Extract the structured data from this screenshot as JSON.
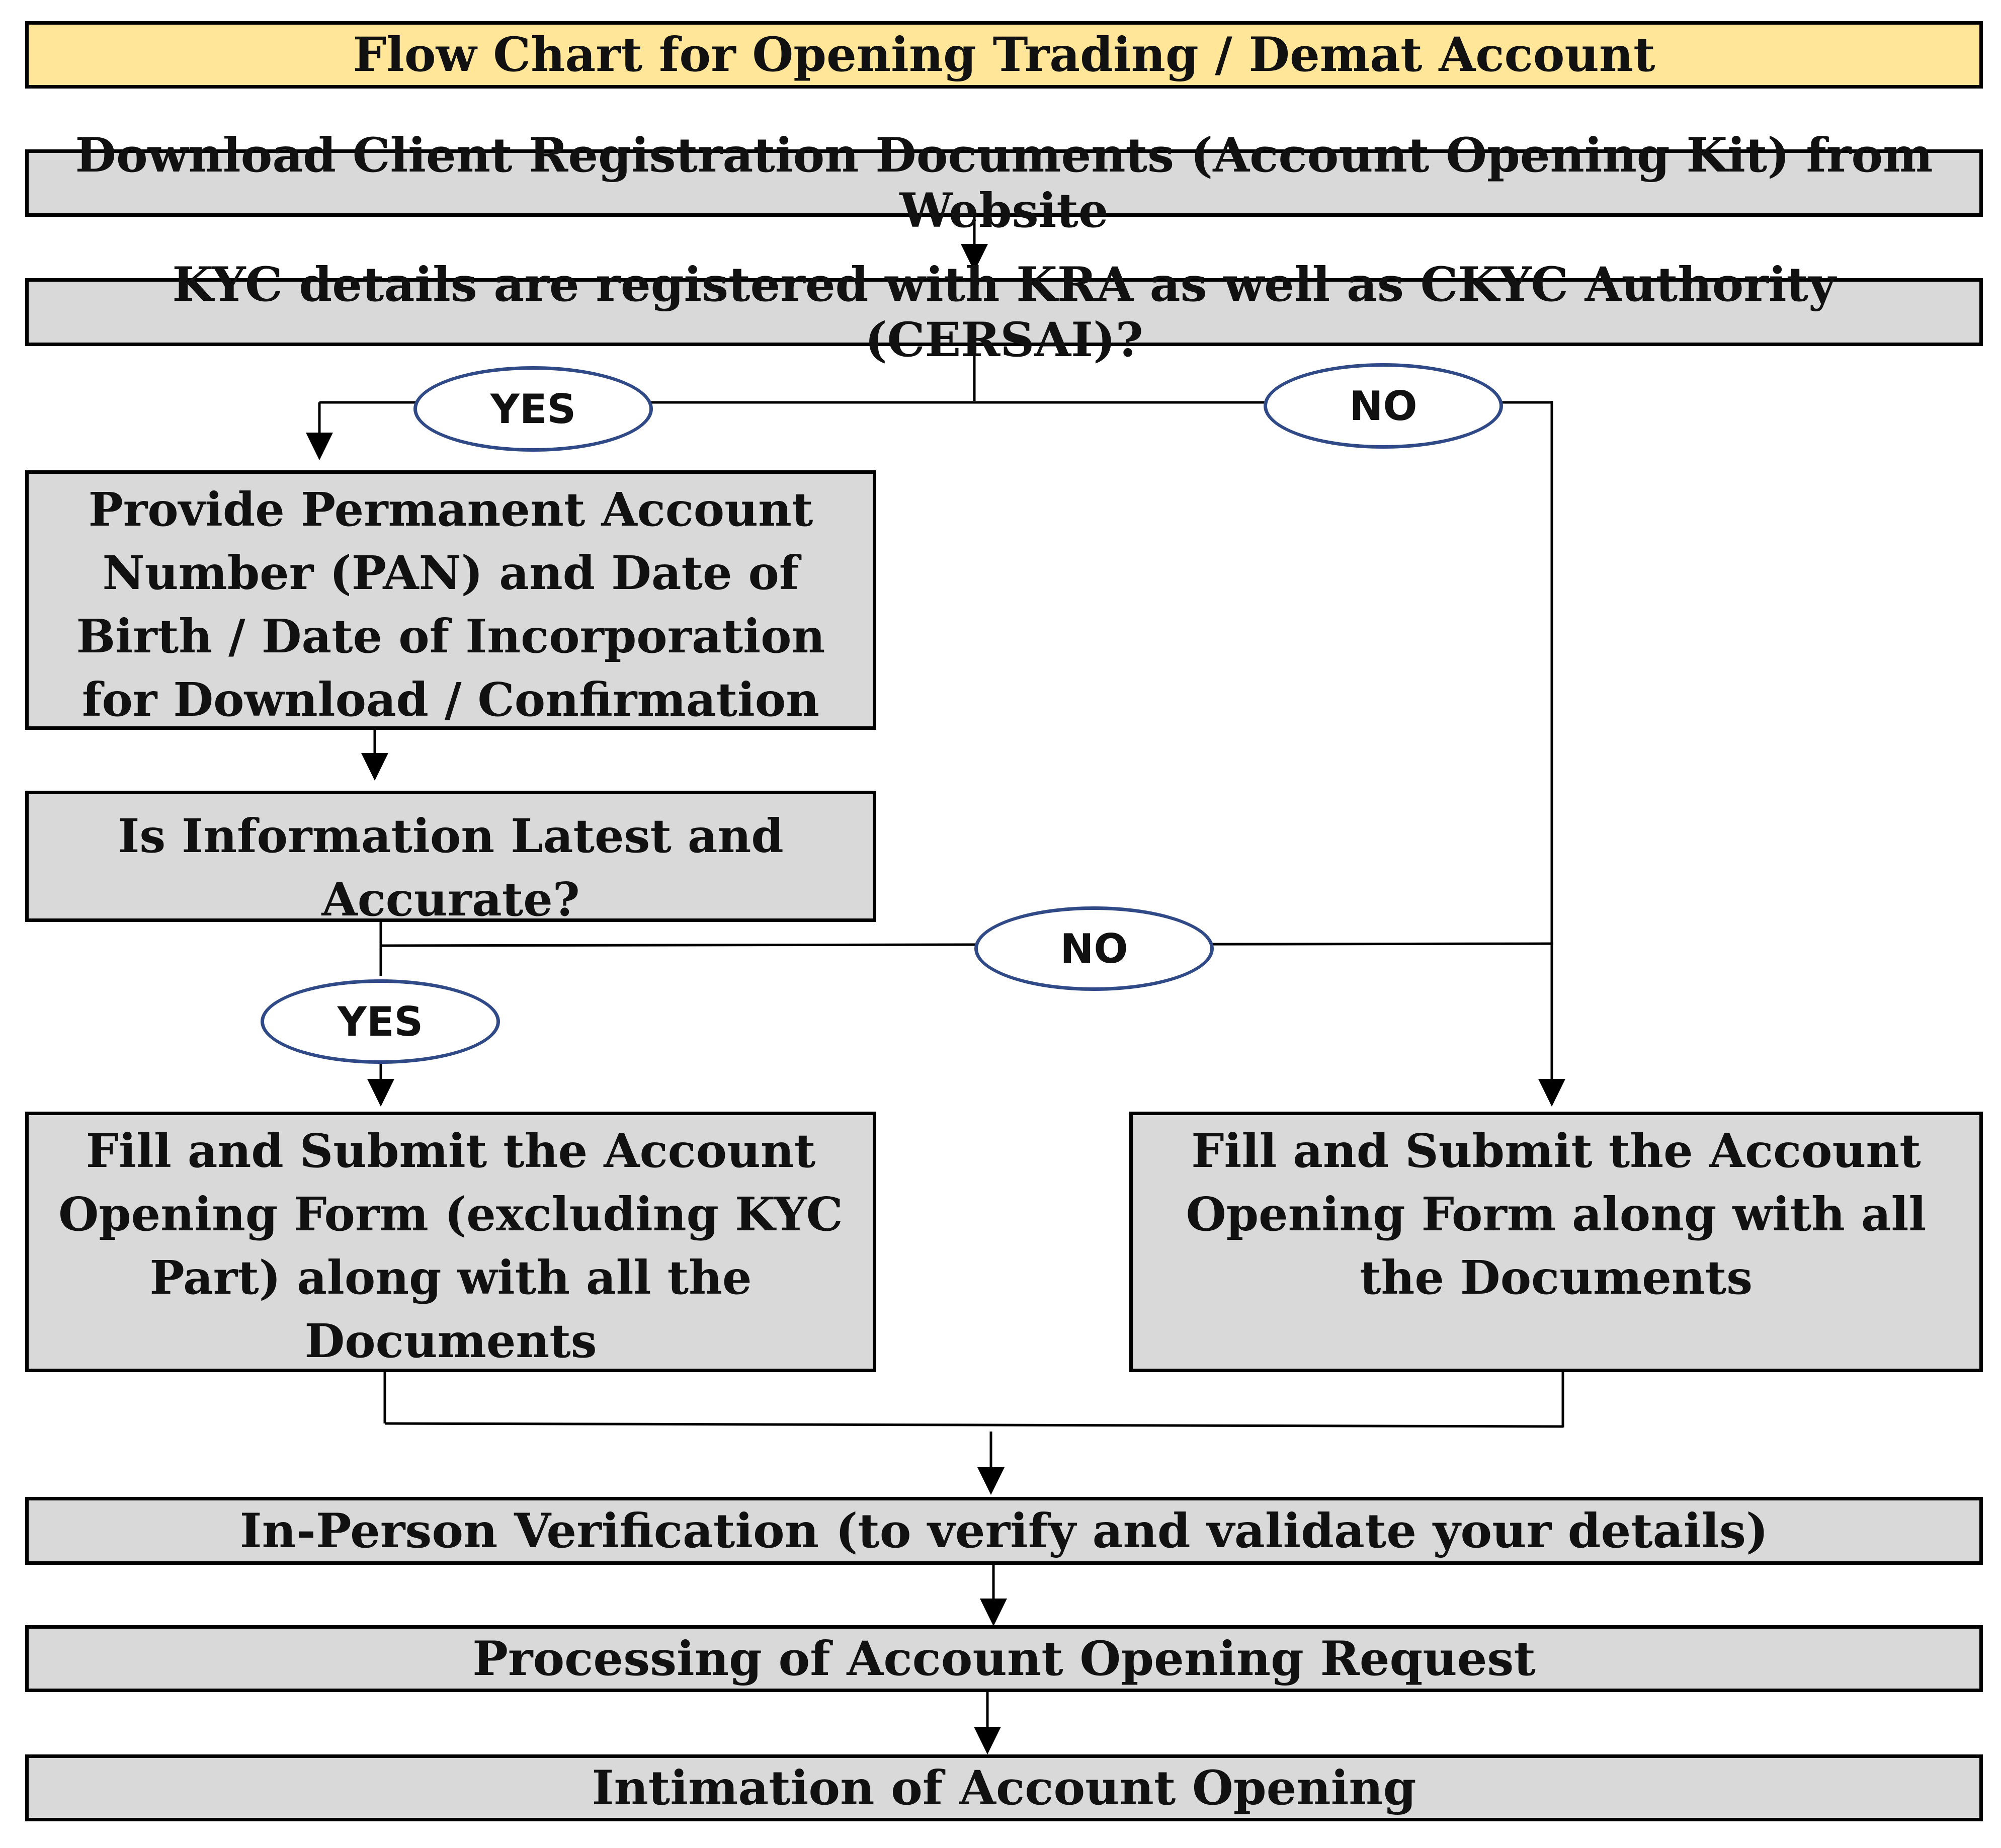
{
  "title": "Flow Chart for Opening Trading / Demat Account",
  "steps": {
    "download_kit": "Download Client Registration Documents (Account Opening Kit) from Website",
    "kyc_question": "KYC details are registered with KRA as well as CKYC Authority (CERSAI)?",
    "provide_pan": "Provide Permanent Account Number (PAN) and Date of Birth / Date of Incorporation for Download / Confirmation",
    "info_question": "Is Information Latest and Accurate?",
    "fill_excluding_kyc": "Fill and Submit the Account Opening Form (excluding KYC Part) along with all the Documents",
    "fill_all": "Fill and Submit the Account Opening Form along with all the Documents",
    "in_person_verification": "In-Person Verification (to verify and validate your details)",
    "processing": "Processing of Account Opening Request",
    "intimation": "Intimation of Account Opening"
  },
  "decisions": {
    "kyc_yes": "YES",
    "kyc_no": "NO",
    "info_no": "NO",
    "info_yes": "YES"
  },
  "colors": {
    "title_fill": "#ffe699",
    "box_fill": "#d9d9d9",
    "oval_border": "#2f4a87"
  }
}
